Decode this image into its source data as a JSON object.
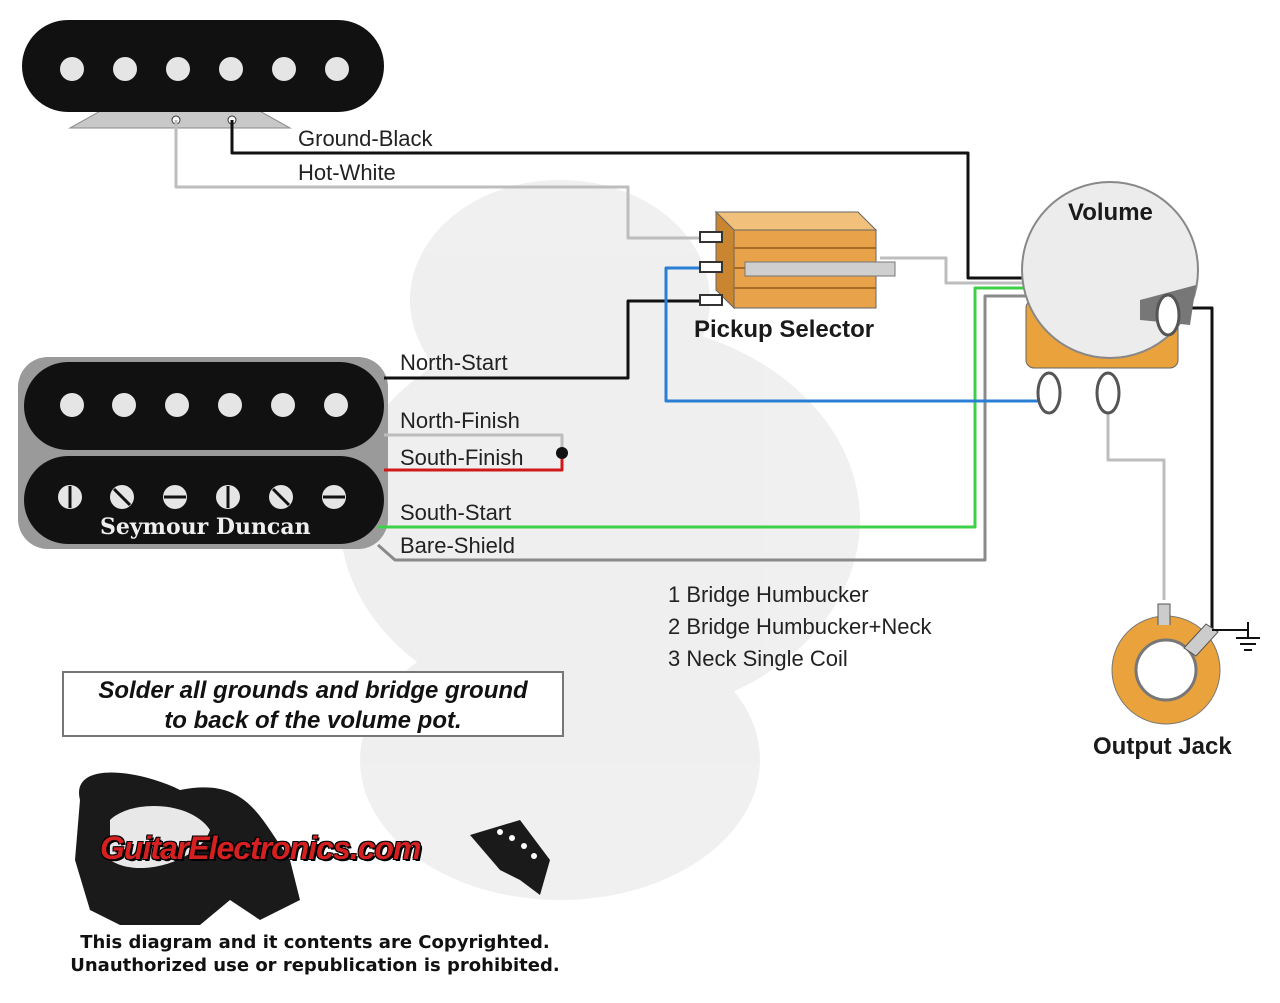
{
  "wire_labels": {
    "ground_black": "Ground-Black",
    "hot_white": "Hot-White",
    "north_start": "North-Start",
    "north_finish": "North-Finish",
    "south_finish": "South-Finish",
    "south_start": "South-Start",
    "bare_shield": "Bare-Shield"
  },
  "components": {
    "pickup_selector": "Pickup Selector",
    "volume": "Volume",
    "output_jack": "Output Jack",
    "humbucker_brand": "Seymour Duncan"
  },
  "positions": [
    "1 Bridge Humbucker",
    "2 Bridge Humbucker+Neck",
    "3 Neck Single Coil"
  ],
  "note": {
    "line1": "Solder all grounds and bridge ground",
    "line2": "to back of the volume pot."
  },
  "logo_text": "GuitarElectronics.com",
  "copyright": {
    "line1": "This diagram and it contents are Copyrighted.",
    "line2": "Unauthorized use or republication is prohibited."
  },
  "colors": {
    "wire_black": "#111111",
    "wire_white": "#bdbdbd",
    "wire_red": "#d01818",
    "wire_green": "#3fd04a",
    "wire_blue": "#2a7fd4",
    "wire_bare": "#8a8a8a",
    "selector_orange": "#e7a24a",
    "jack_orange": "#e9a23c",
    "logo_red": "#d42020"
  }
}
